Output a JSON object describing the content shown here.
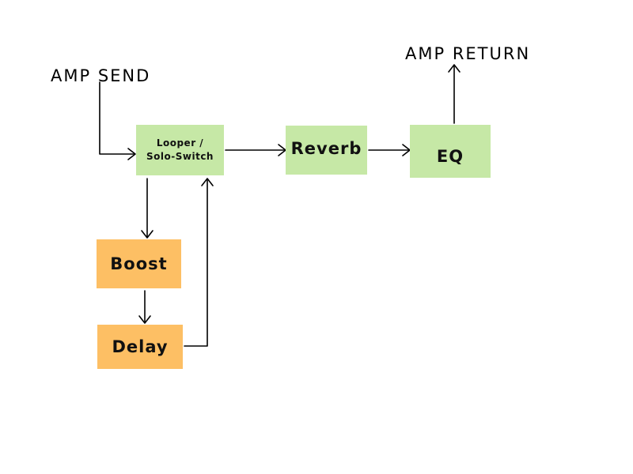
{
  "labels": {
    "amp_send": "AMP SEND",
    "amp_return": "AMP RETURN"
  },
  "nodes": {
    "looper": {
      "line1": "Looper /",
      "line2": "Solo-Switch"
    },
    "reverb": "Reverb",
    "eq": "EQ",
    "boost": "Boost",
    "delay": "Delay"
  },
  "colors": {
    "green": "#c6e8a6",
    "orange": "#fdbf64",
    "line": "#000000"
  }
}
